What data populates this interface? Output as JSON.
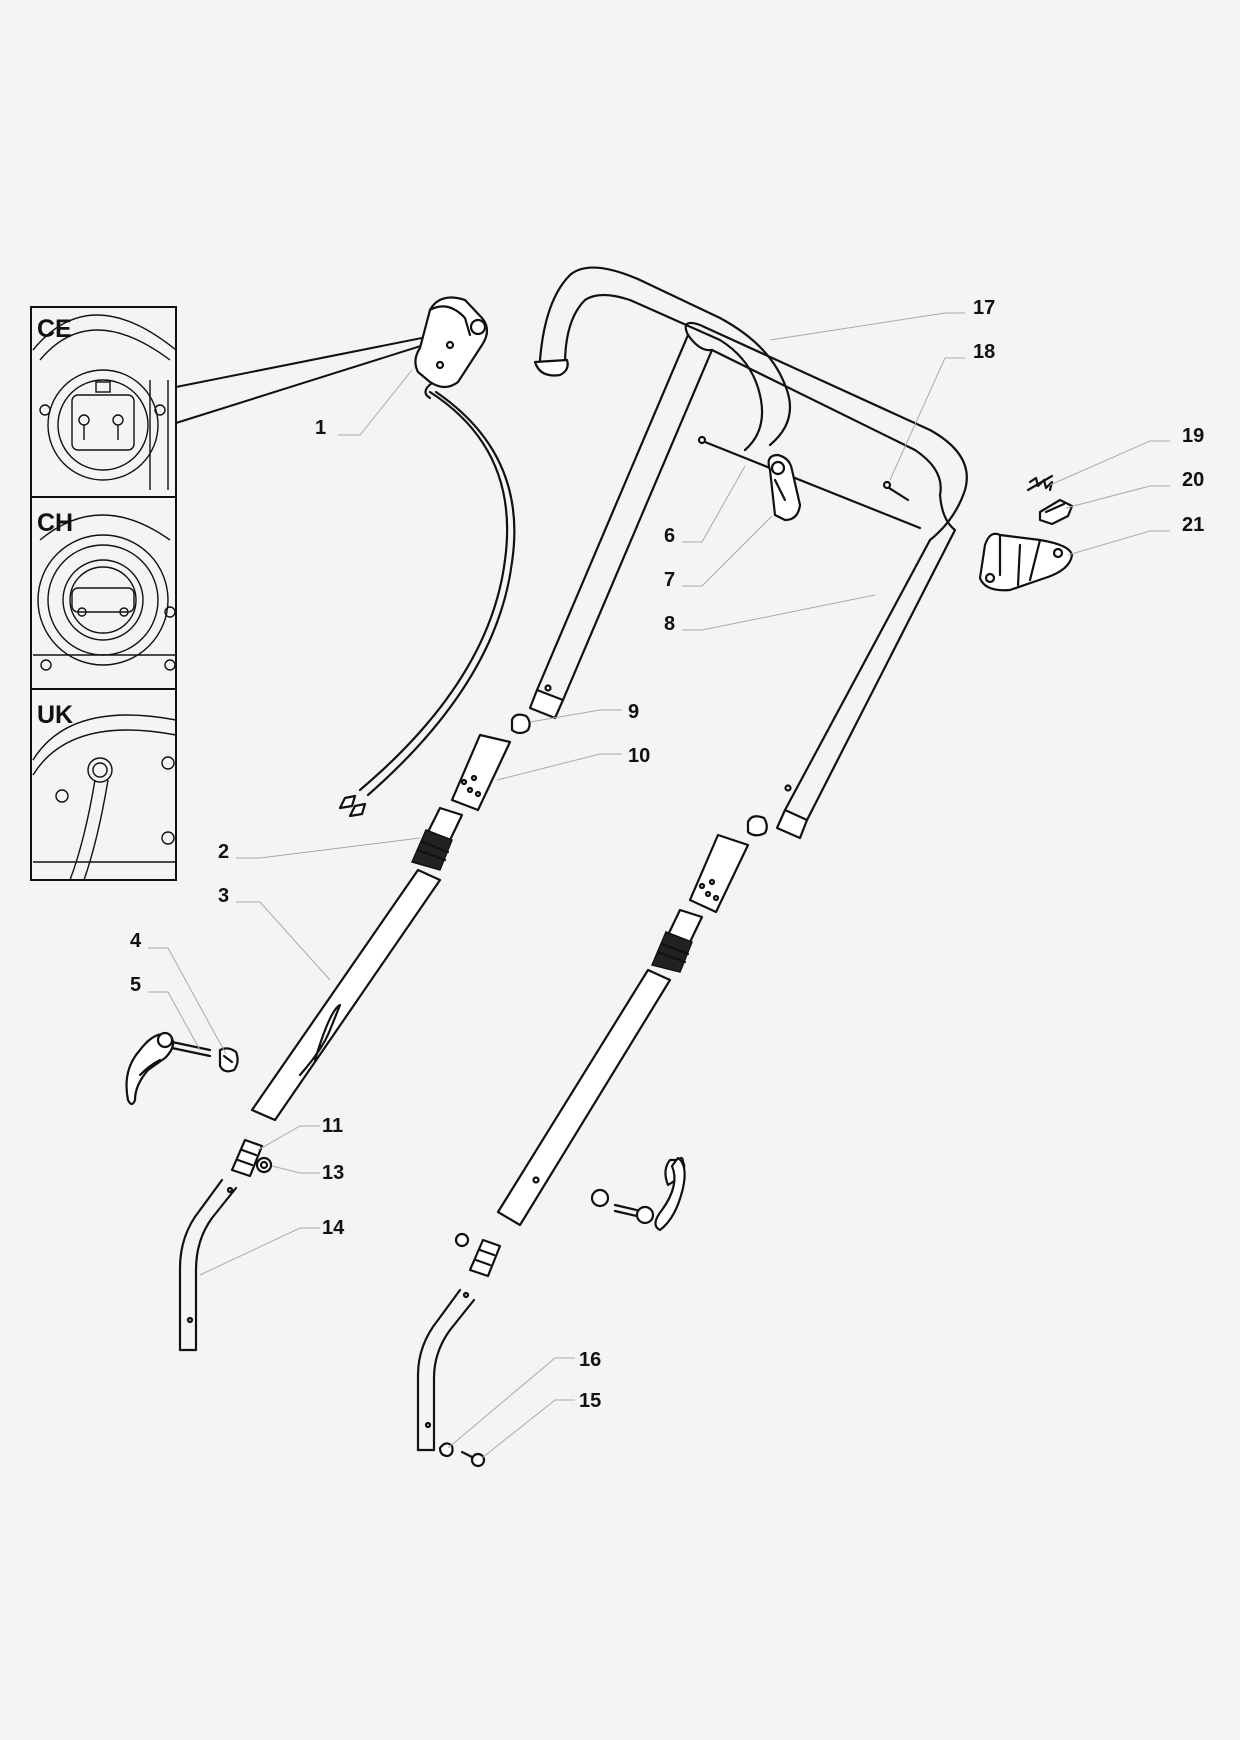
{
  "insets": [
    {
      "id": "ce",
      "label": "CE"
    },
    {
      "id": "ch",
      "label": "CH"
    },
    {
      "id": "uk",
      "label": "UK"
    }
  ],
  "callouts": [
    {
      "id": "c1",
      "number": "1"
    },
    {
      "id": "c2",
      "number": "2"
    },
    {
      "id": "c3",
      "number": "3"
    },
    {
      "id": "c4",
      "number": "4"
    },
    {
      "id": "c5",
      "number": "5"
    },
    {
      "id": "c6",
      "number": "6"
    },
    {
      "id": "c7",
      "number": "7"
    },
    {
      "id": "c8",
      "number": "8"
    },
    {
      "id": "c9",
      "number": "9"
    },
    {
      "id": "c10",
      "number": "10"
    },
    {
      "id": "c11",
      "number": "11"
    },
    {
      "id": "c13",
      "number": "13"
    },
    {
      "id": "c14",
      "number": "14"
    },
    {
      "id": "c15",
      "number": "15"
    },
    {
      "id": "c16",
      "number": "16"
    },
    {
      "id": "c17",
      "number": "17"
    },
    {
      "id": "c18",
      "number": "18"
    },
    {
      "id": "c19",
      "number": "19"
    },
    {
      "id": "c20",
      "number": "20"
    },
    {
      "id": "c21",
      "number": "21"
    }
  ]
}
